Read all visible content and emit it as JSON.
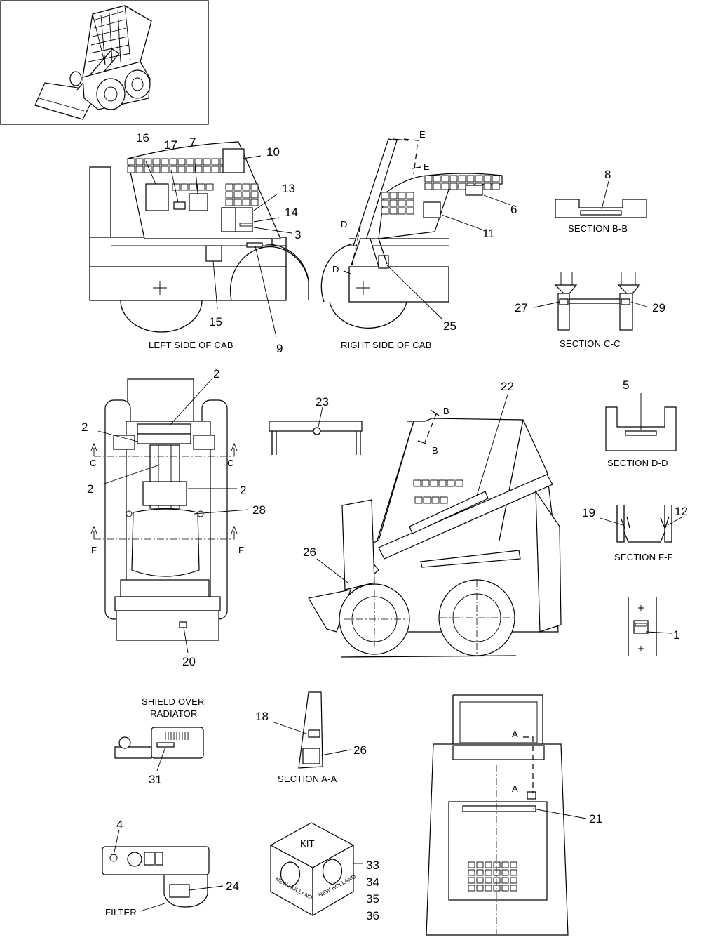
{
  "callouts": {
    "c16": "16",
    "c17": "17",
    "c7": "7",
    "c10": "10",
    "c13": "13",
    "c14": "14",
    "c3": "3",
    "c15": "15",
    "c9": "9",
    "c6": "6",
    "c11": "11",
    "c25": "25",
    "c8": "8",
    "c27": "27",
    "c29": "29",
    "c2a": "2",
    "c2b": "2",
    "c2c": "2",
    "c2d": "2",
    "c28": "28",
    "c20": "20",
    "c23": "23",
    "c22": "22",
    "c26a": "26",
    "c5": "5",
    "c19": "19",
    "c12": "12",
    "c1": "1",
    "c18": "18",
    "c26b": "26",
    "c31": "31",
    "c4": "4",
    "c24": "24",
    "c21": "21",
    "c33": "33",
    "c34": "34",
    "c35": "35",
    "c36": "36"
  },
  "section_marks": {
    "e_top": "E",
    "e_bottom": "E",
    "d_top": "D",
    "d_bottom": "D",
    "b_top": "B",
    "b_bottom": "B",
    "c_left": "C",
    "c_right": "C",
    "f_left": "F",
    "f_right": "F",
    "a_top": "A",
    "a_bottom": "A"
  },
  "captions": {
    "left_side_cab": "LEFT SIDE OF CAB",
    "right_side_cab": "RIGHT SIDE OF CAB",
    "section_bb": "SECTION B-B",
    "section_cc": "SECTION C-C",
    "section_dd": "SECTION D-D",
    "section_ff": "SECTION F-F",
    "section_aa": "SECTION A-A",
    "shield_line1": "SHIELD OVER",
    "shield_line2": "RADIATOR",
    "filter": "FILTER"
  },
  "kit": {
    "label": "KIT",
    "brand_left": "NEW HOLLAND",
    "brand_right": "NEW HOLLAND"
  }
}
